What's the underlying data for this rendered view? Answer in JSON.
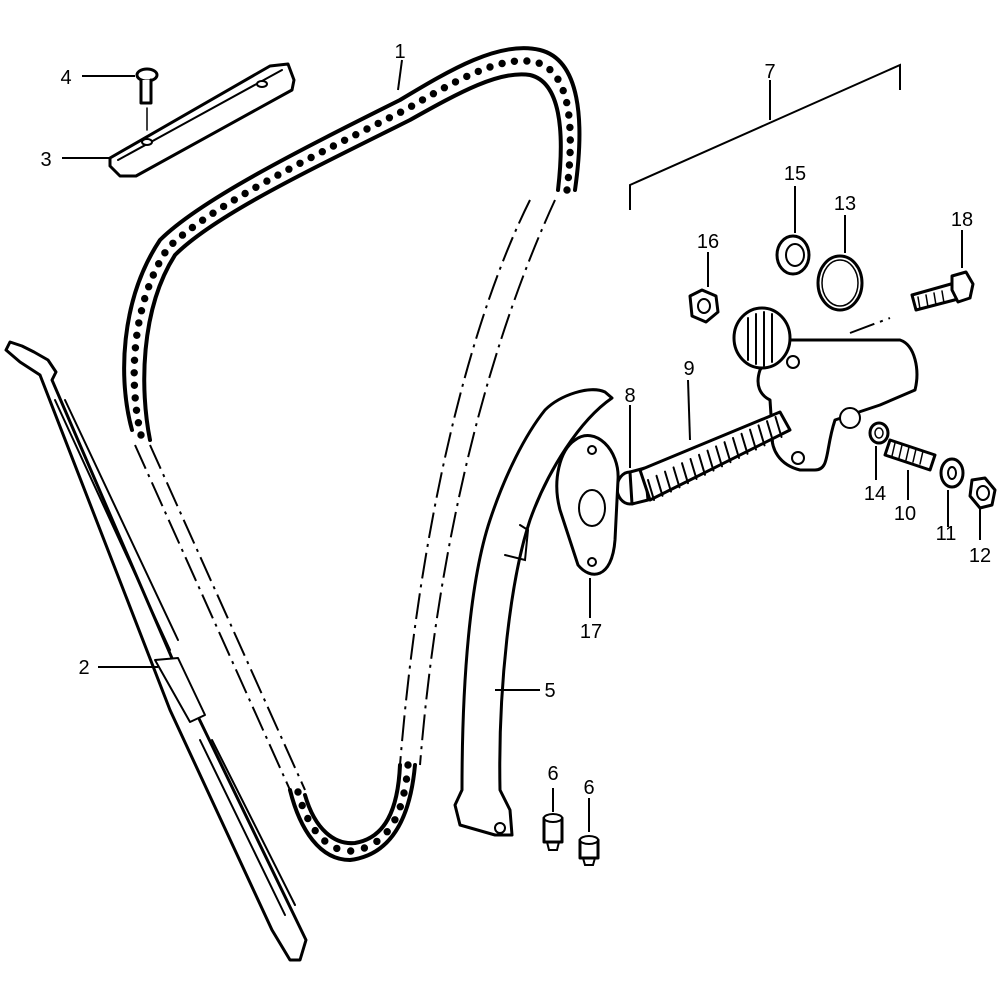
{
  "diagram": {
    "callouts": [
      {
        "id": "c1",
        "number": "1"
      },
      {
        "id": "c2",
        "number": "2"
      },
      {
        "id": "c3",
        "number": "3"
      },
      {
        "id": "c4",
        "number": "4"
      },
      {
        "id": "c5",
        "number": "5"
      },
      {
        "id": "c6a",
        "number": "6"
      },
      {
        "id": "c6b",
        "number": "6"
      },
      {
        "id": "c7",
        "number": "7"
      },
      {
        "id": "c8",
        "number": "8"
      },
      {
        "id": "c9",
        "number": "9"
      },
      {
        "id": "c10",
        "number": "10"
      },
      {
        "id": "c11",
        "number": "11"
      },
      {
        "id": "c12",
        "number": "12"
      },
      {
        "id": "c13",
        "number": "13"
      },
      {
        "id": "c14",
        "number": "14"
      },
      {
        "id": "c15",
        "number": "15"
      },
      {
        "id": "c16",
        "number": "16"
      },
      {
        "id": "c17",
        "number": "17"
      },
      {
        "id": "c18",
        "number": "18"
      }
    ]
  }
}
